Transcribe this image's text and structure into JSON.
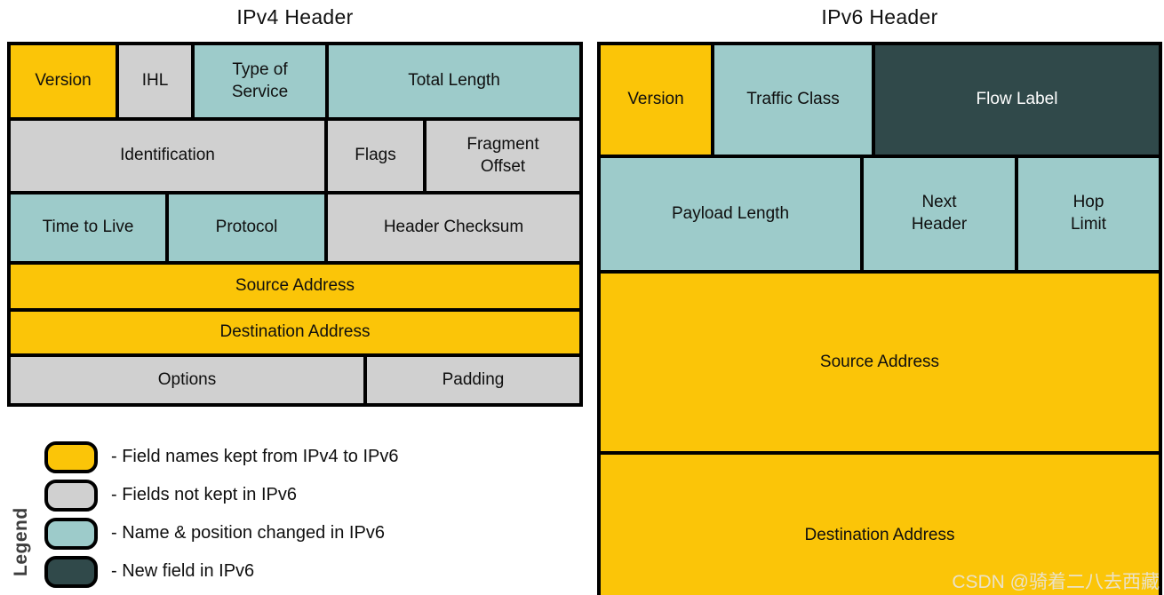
{
  "titles": {
    "ipv4": "IPv4 Header",
    "ipv6": "IPv6 Header"
  },
  "colors": {
    "kept": "#FBC508",
    "not_kept": "#D0D0D0",
    "changed": "#9DCBCA",
    "new": "#30494A",
    "text_light": "#FFFFFF"
  },
  "ipv4": {
    "rows": [
      {
        "cells": [
          {
            "label": "Version",
            "type": "kept"
          },
          {
            "label": "IHL",
            "type": "not_kept"
          },
          {
            "label": "Type of\nService",
            "type": "changed"
          },
          {
            "label": "Total Length",
            "type": "changed"
          }
        ]
      },
      {
        "cells": [
          {
            "label": "Identification",
            "type": "not_kept"
          },
          {
            "label": "Flags",
            "type": "not_kept"
          },
          {
            "label": "Fragment\nOffset",
            "type": "not_kept"
          }
        ]
      },
      {
        "cells": [
          {
            "label": "Time to Live",
            "type": "changed"
          },
          {
            "label": "Protocol",
            "type": "changed"
          },
          {
            "label": "Header Checksum",
            "type": "not_kept"
          }
        ]
      },
      {
        "cells": [
          {
            "label": "Source Address",
            "type": "kept"
          }
        ]
      },
      {
        "cells": [
          {
            "label": "Destination Address",
            "type": "kept"
          }
        ]
      },
      {
        "cells": [
          {
            "label": "Options",
            "type": "not_kept"
          },
          {
            "label": "Padding",
            "type": "not_kept"
          }
        ]
      }
    ]
  },
  "ipv6": {
    "rows": [
      {
        "cells": [
          {
            "label": "Version",
            "type": "kept"
          },
          {
            "label": "Traffic Class",
            "type": "changed"
          },
          {
            "label": "Flow Label",
            "type": "new"
          }
        ]
      },
      {
        "cells": [
          {
            "label": "Payload Length",
            "type": "changed"
          },
          {
            "label": "Next\nHeader",
            "type": "changed"
          },
          {
            "label": "Hop\nLimit",
            "type": "changed"
          }
        ]
      },
      {
        "cells": [
          {
            "label": "Source Address",
            "type": "kept"
          }
        ]
      },
      {
        "cells": [
          {
            "label": "Destination Address",
            "type": "kept"
          }
        ]
      }
    ]
  },
  "legend": {
    "heading": "Legend",
    "items": [
      {
        "swatch": "kept",
        "label": "- Field names kept from IPv4 to IPv6"
      },
      {
        "swatch": "not_kept",
        "label": "- Fields not kept in IPv6"
      },
      {
        "swatch": "changed",
        "label": "- Name & position changed in IPv6"
      },
      {
        "swatch": "new",
        "label": "- New field in IPv6"
      }
    ]
  },
  "watermark": "CSDN @骑着二八去西藏"
}
